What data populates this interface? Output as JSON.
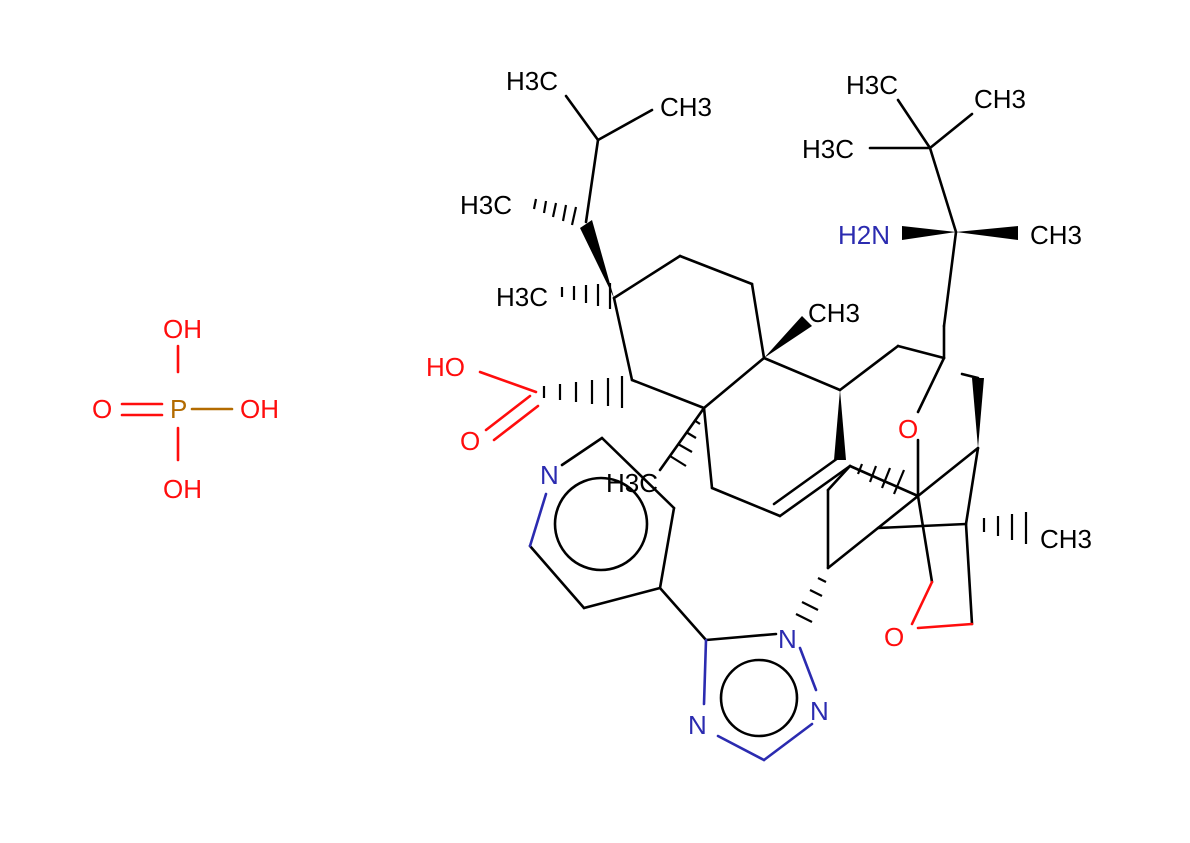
{
  "colors": {
    "carbon": "#000000",
    "nitrogen": "#2b2bb0",
    "oxygen": "#ff0d0d",
    "phosphorus": "#b36b00",
    "background": "#ffffff"
  },
  "phosphoric_acid": {
    "p": "P",
    "oh_top": "OH",
    "oh_right": "OH",
    "oh_bottom": "OH",
    "o_double": "O"
  },
  "labels": {
    "isopropyl_ch3_left": "H3C",
    "isopropyl_ch3_right": "CH3",
    "side_chain_methyl": "H3C",
    "ring_methyl_left": "H3C",
    "angular_methyl": "CH3",
    "cooh_oh": "HO",
    "cooh_o": "O",
    "overlap_methyl": "H3C",
    "pyridine_n": "N",
    "triazole_n1": "N",
    "triazole_n2": "N",
    "triazole_n4": "N",
    "tbu_ch3_a": "H3C",
    "tbu_ch3_b": "CH3",
    "tbu_ch3_c": "H3C",
    "amine": "H2N",
    "quat_methyl": "CH3",
    "ether_o_upper": "O",
    "ether_o_lower": "O",
    "bridge_methyl": "CH3"
  }
}
